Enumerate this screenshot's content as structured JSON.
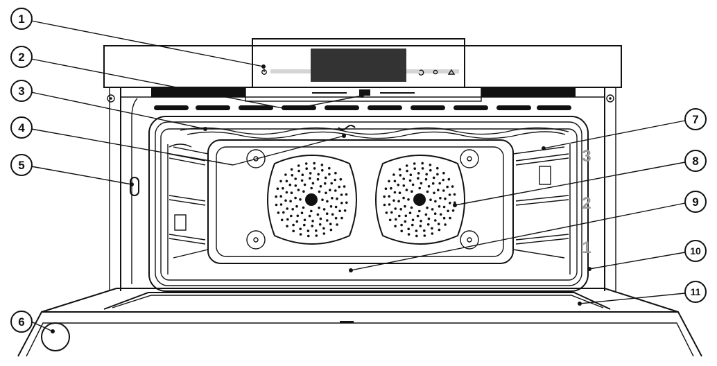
{
  "diagram": {
    "callouts": [
      "1",
      "2",
      "3",
      "4",
      "5",
      "6",
      "7",
      "8",
      "9",
      "10",
      "11"
    ],
    "shelf_levels": [
      "3",
      "2",
      "1"
    ],
    "panel_icons": [
      "power-icon",
      "back-icon",
      "light-icon",
      "home-icon"
    ],
    "colors": {
      "line": "#111111",
      "shelf_label": "#9a9a9a",
      "vent": "#111111"
    }
  }
}
